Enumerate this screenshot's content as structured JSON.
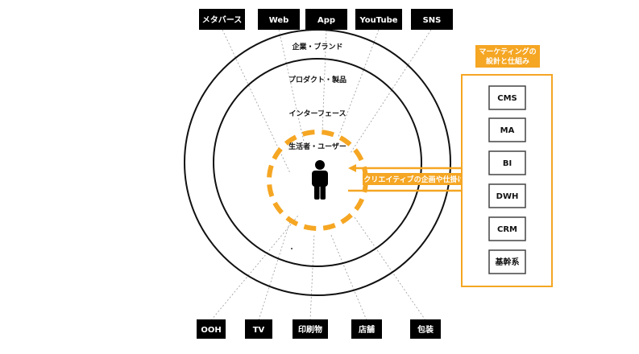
{
  "top_channels": [
    {
      "label": "メタバース"
    },
    {
      "label": "Web"
    },
    {
      "label": "App"
    },
    {
      "label": "YouTube"
    },
    {
      "label": "SNS"
    }
  ],
  "bottom_channels": [
    {
      "label": "OOH"
    },
    {
      "label": "TV"
    },
    {
      "label": "印刷物"
    },
    {
      "label": "店舗"
    },
    {
      "label": "包装"
    }
  ],
  "rings": {
    "outer": "企業・ブランド",
    "middle": "プロダクト・製品",
    "inner": "インターフェース",
    "core": "生活者・ユーザー"
  },
  "panel": {
    "title_line1": "マーケティングの",
    "title_line2": "設計と仕組み",
    "systems": [
      {
        "label": "CMS"
      },
      {
        "label": "MA"
      },
      {
        "label": "BI"
      },
      {
        "label": "DWH"
      },
      {
        "label": "CRM"
      },
      {
        "label": "基幹系"
      }
    ]
  },
  "arrow_label": "クリエイティブの企画や仕掛け",
  "colors": {
    "accent": "#f5a623",
    "box": "#000000",
    "ring": "#111111",
    "dotted": "#9a9a9a"
  },
  "icons": {
    "person": "person-silhouette-icon"
  }
}
